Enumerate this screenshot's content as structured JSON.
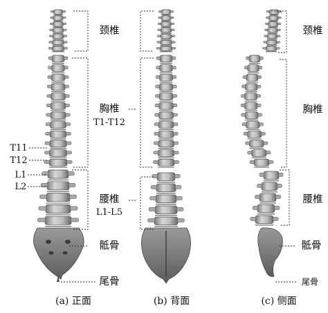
{
  "front": {
    "cervical": "颈椎",
    "thoracic": "胸椎",
    "thoracic_range": "T1-T12",
    "t11": "T11",
    "t12": "T12",
    "l1": "L1",
    "l2": "L2",
    "lumbar": "腰椎",
    "lumbar_range": "L1-L5",
    "sacrum": "骶骨",
    "coccyx": "尾骨"
  },
  "side": {
    "cervical": "颈椎",
    "thoracic": "胸椎",
    "lumbar": "腰椎",
    "sacrum": "骶骨",
    "coccyx": "尾骨"
  },
  "captions": {
    "a": "(a) 正面",
    "b": "(b) 背面",
    "c": "(c) 侧面"
  },
  "colors": {
    "bone": "#c9c9c9",
    "bone_shadow": "#6f6f6f",
    "text": "#111111"
  }
}
